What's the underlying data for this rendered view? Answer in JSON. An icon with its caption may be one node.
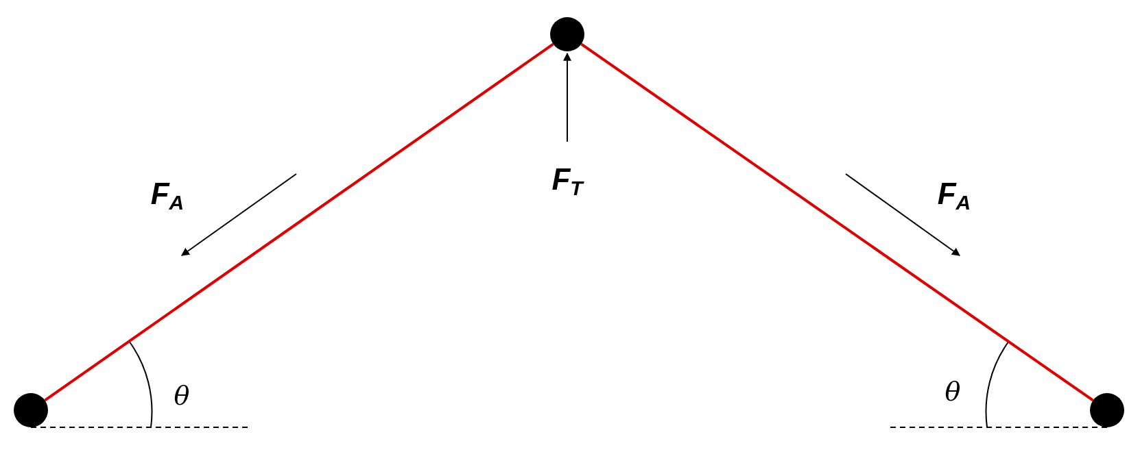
{
  "diagram": {
    "nodes": [
      {
        "text": [],
        "shape": "circle"
      },
      {
        "text": [],
        "shape": "circle"
      },
      {
        "text": [],
        "shape": "circle"
      }
    ],
    "edges": [
      {
        "from": 0,
        "to": 1,
        "arrow": "none"
      },
      {
        "from": 1,
        "to": 2,
        "arrow": "none"
      }
    ],
    "labels": [
      "F$_{A}$",
      "F$_{T}$",
      "F$_{A}$",
      "θ",
      "θ"
    ]
  }
}
